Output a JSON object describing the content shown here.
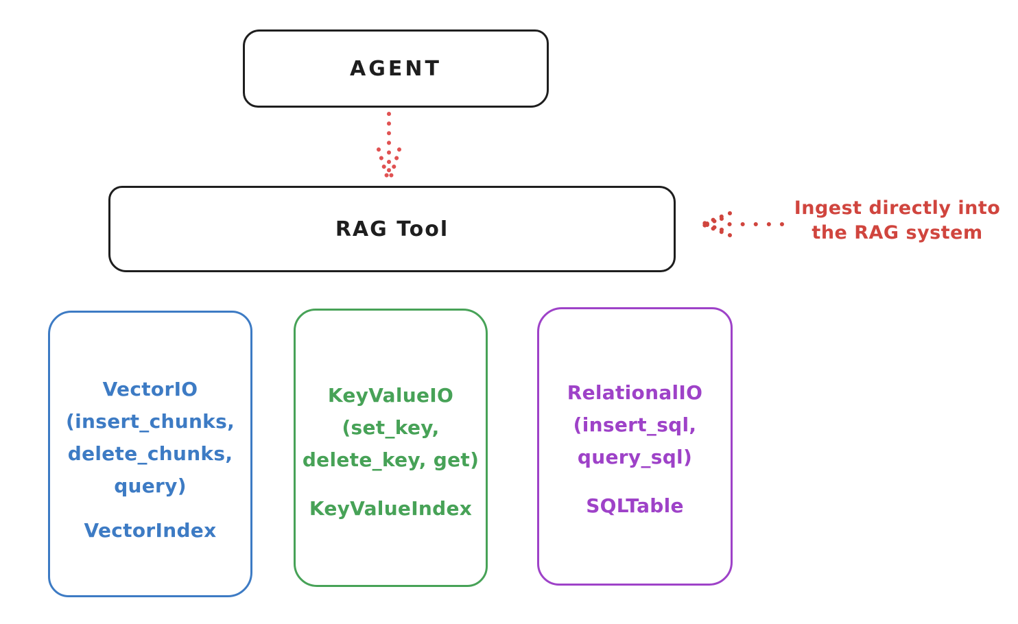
{
  "diagram": {
    "nodes": {
      "agent": {
        "label": "AGENT"
      },
      "rag_tool": {
        "label": "RAG Tool"
      }
    },
    "annotation": {
      "line1": "Ingest directly into",
      "line2": "the RAG system",
      "color": "#d0453e"
    },
    "arrows": {
      "agent_to_rag": {
        "name": "dotted-down-arrow",
        "color": "#e05252"
      },
      "ingest_to_rag": {
        "name": "dotted-left-arrow",
        "color": "#d0453e"
      }
    },
    "storage_boxes": [
      {
        "id": "vector-io",
        "color": "#3d7bc4",
        "lines": [
          "VectorIO",
          "(insert_chunks,",
          "delete_chunks,",
          "query)"
        ],
        "index_label": "VectorIndex"
      },
      {
        "id": "key-value-io",
        "color": "#47a257",
        "lines": [
          "KeyValueIO",
          "(set_key,",
          "delete_key, get)"
        ],
        "index_label": "KeyValueIndex"
      },
      {
        "id": "relational-io",
        "color": "#9e42c8",
        "lines": [
          "RelationalIO",
          "(insert_sql,",
          "query_sql)"
        ],
        "index_label": "SQLTable"
      }
    ],
    "colors": {
      "stroke": "#1e1e1e",
      "background": "#ffffff"
    }
  }
}
